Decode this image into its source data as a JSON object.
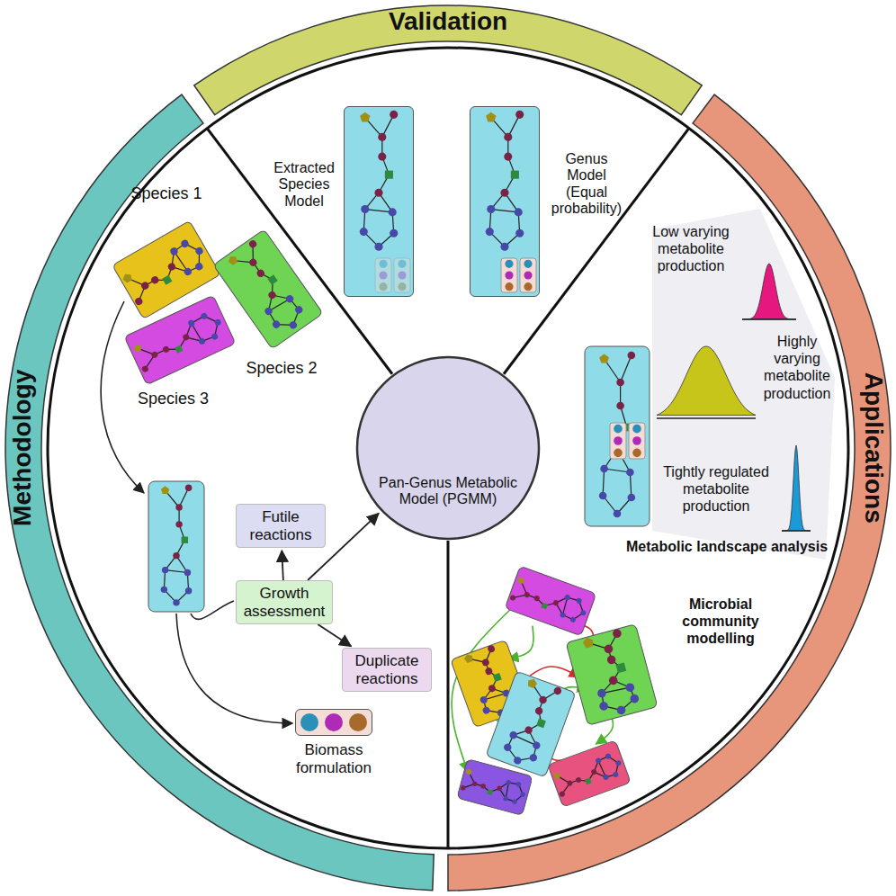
{
  "diagram": {
    "nodes": [
      {
        "text": [
          "Species 1"
        ]
      },
      {
        "text": [
          "Species 2"
        ]
      },
      {
        "text": [
          "Species 3"
        ]
      },
      {
        "text": [
          "Futile reactions"
        ]
      },
      {
        "text": [
          "Growth assessment"
        ]
      },
      {
        "text": [
          "Duplicate reactions"
        ]
      },
      {
        "text": [
          "Biomass formulation"
        ]
      },
      {
        "text": [
          "Pan-Genus Metabolic Model (PGMM)"
        ]
      },
      {
        "text": [
          "Extracted Species Model"
        ]
      },
      {
        "text": [
          "Genus Model (Equal probability)"
        ]
      }
    ],
    "edges": [
      {
        "from": 4,
        "to": 3,
        "arrow": "to"
      },
      {
        "from": 4,
        "to": 5,
        "arrow": "to"
      },
      {
        "from": 4,
        "to": 7,
        "arrow": "to"
      }
    ],
    "labels": [
      "Validation",
      "Methodology",
      "Applications",
      "Low varying metabolite production",
      "Highly varying metabolite production",
      "Tightly regulated metabolite production",
      "Metabolic landscape analysis",
      "Microbial community modelling"
    ]
  }
}
